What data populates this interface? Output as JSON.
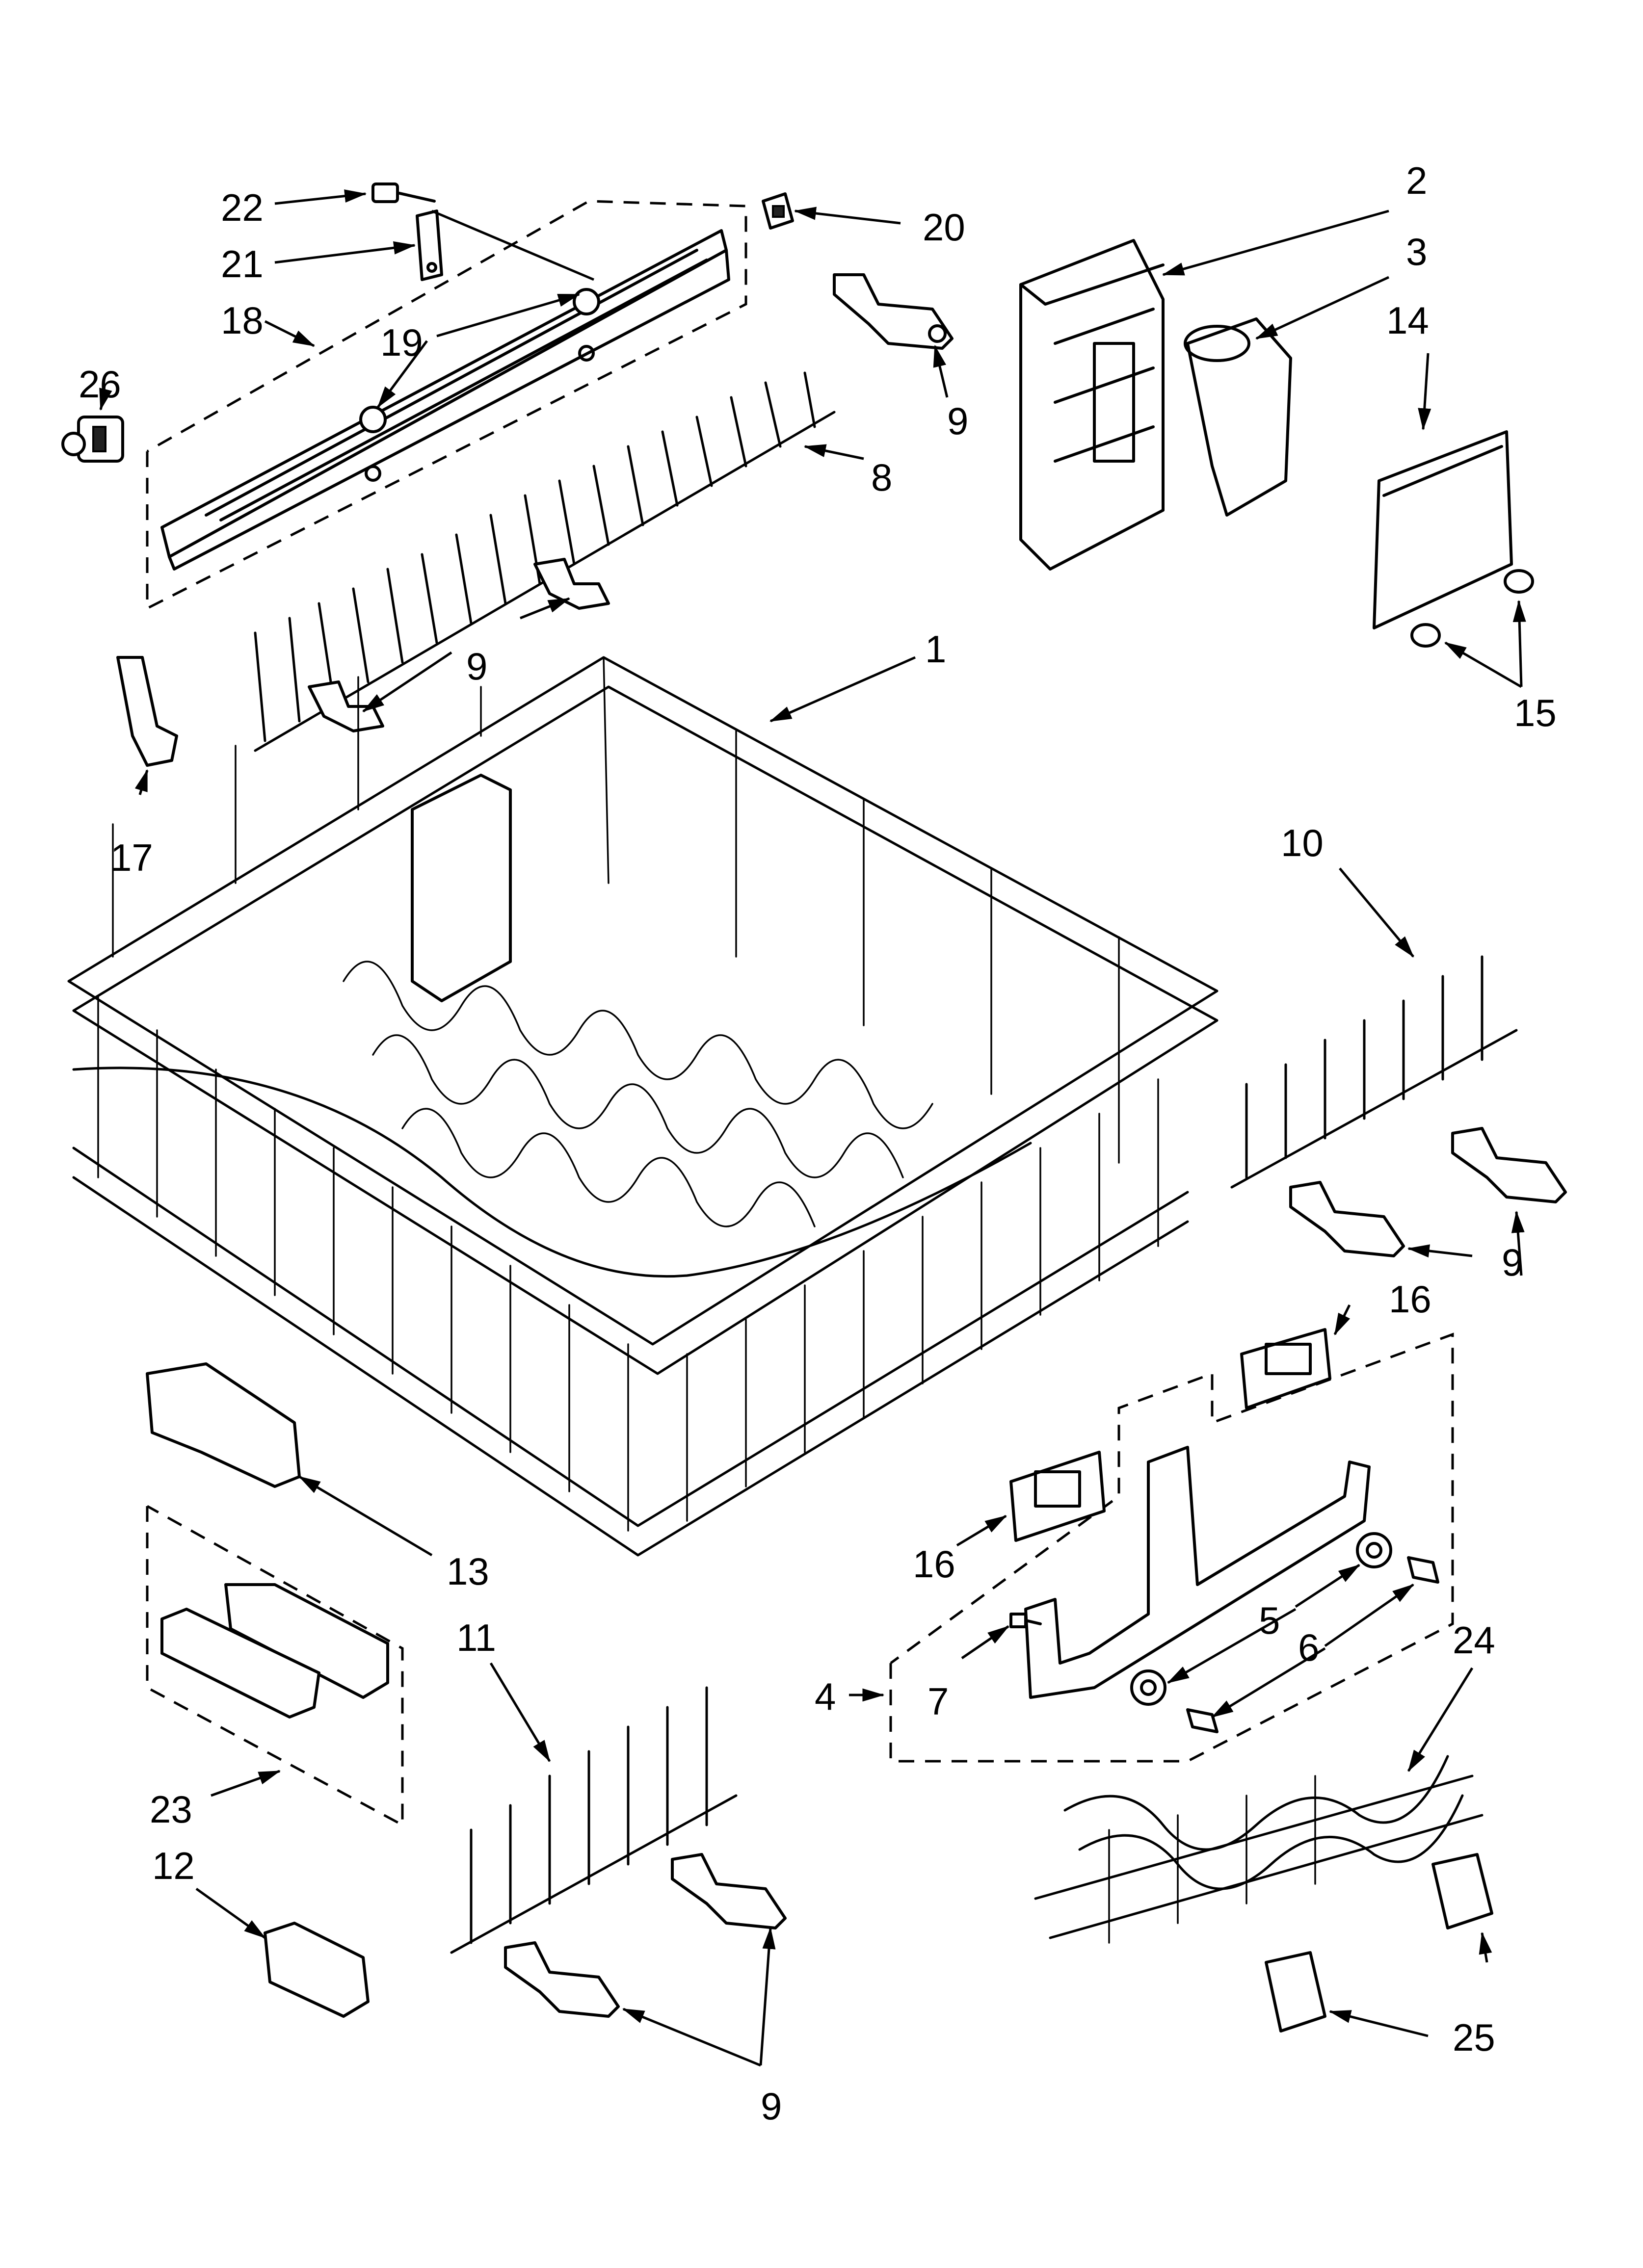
{
  "diagram": {
    "callouts": [
      {
        "id": "c22",
        "label": "22"
      },
      {
        "id": "c21",
        "label": "21"
      },
      {
        "id": "c18",
        "label": "18"
      },
      {
        "id": "c19",
        "label": "19"
      },
      {
        "id": "c26",
        "label": "26"
      },
      {
        "id": "c20",
        "label": "20"
      },
      {
        "id": "c9a",
        "label": "9"
      },
      {
        "id": "c8",
        "label": "8"
      },
      {
        "id": "c9b",
        "label": "9"
      },
      {
        "id": "c2",
        "label": "2"
      },
      {
        "id": "c3",
        "label": "3"
      },
      {
        "id": "c14",
        "label": "14"
      },
      {
        "id": "c15",
        "label": "15"
      },
      {
        "id": "c1",
        "label": "1"
      },
      {
        "id": "c17",
        "label": "17"
      },
      {
        "id": "c10",
        "label": "10"
      },
      {
        "id": "c9c",
        "label": "9"
      },
      {
        "id": "c16a",
        "label": "16"
      },
      {
        "id": "c16b",
        "label": "16"
      },
      {
        "id": "c13",
        "label": "13"
      },
      {
        "id": "c5",
        "label": "5"
      },
      {
        "id": "c6",
        "label": "6"
      },
      {
        "id": "c7",
        "label": "7"
      },
      {
        "id": "c4",
        "label": "4"
      },
      {
        "id": "c11",
        "label": "11"
      },
      {
        "id": "c24",
        "label": "24"
      },
      {
        "id": "c23",
        "label": "23"
      },
      {
        "id": "c12",
        "label": "12"
      },
      {
        "id": "c25",
        "label": "25"
      },
      {
        "id": "c9d",
        "label": "9"
      }
    ]
  }
}
